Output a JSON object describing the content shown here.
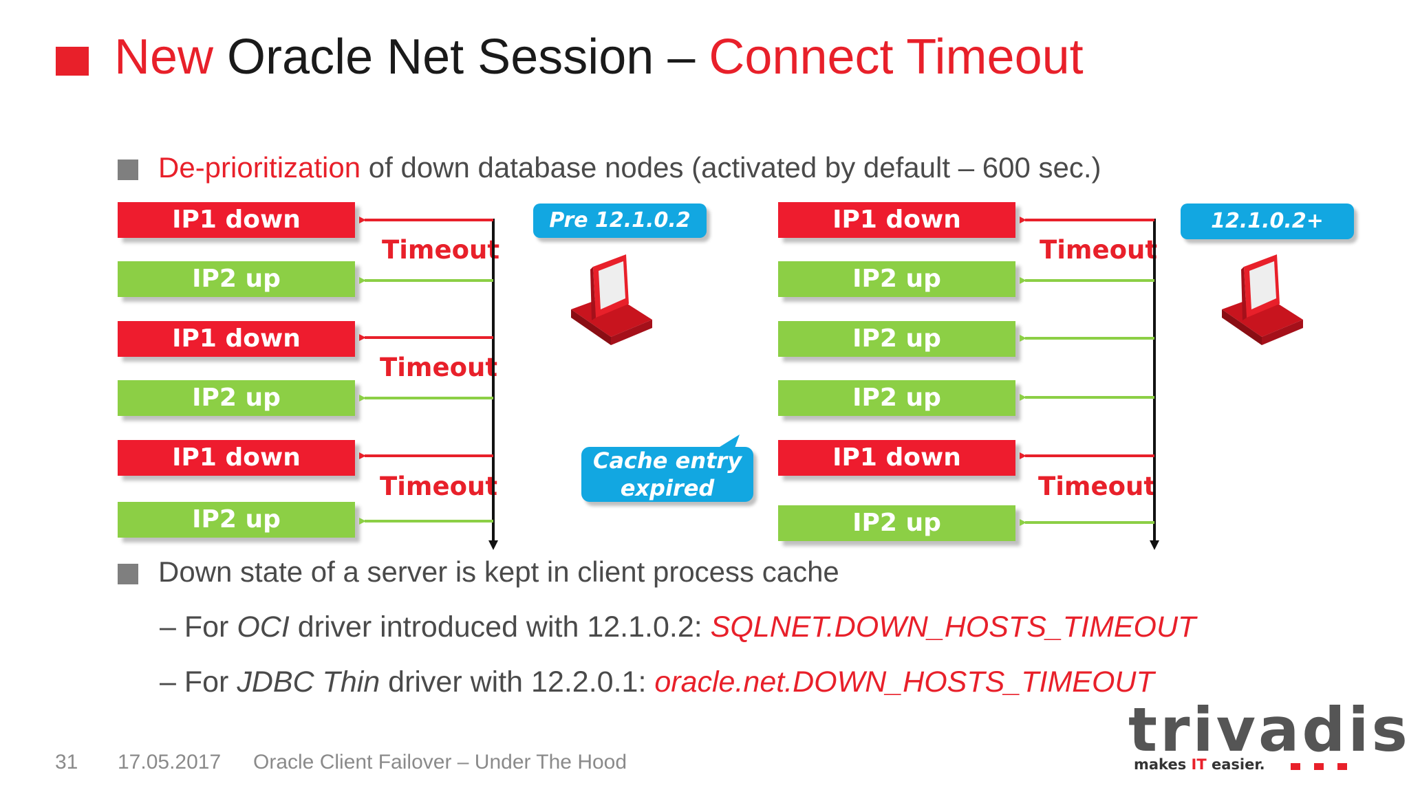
{
  "title": {
    "part1": "New",
    "part2": " Oracle Net Session – ",
    "part3": "Connect Timeout"
  },
  "bullet1": {
    "highlight": "De-prioritization",
    "rest": " of down database nodes (activated by default – 600 sec.)"
  },
  "left_diagram": {
    "badge": "Pre 12.1.0.2",
    "boxes": [
      {
        "label": "IP1 down",
        "status": "down"
      },
      {
        "label": "IP2 up",
        "status": "up"
      },
      {
        "label": "IP1 down",
        "status": "down"
      },
      {
        "label": "IP2 up",
        "status": "up"
      },
      {
        "label": "IP1 down",
        "status": "down"
      },
      {
        "label": "IP2 up",
        "status": "up"
      }
    ],
    "timeouts": [
      "Timeout",
      "Timeout",
      "Timeout"
    ]
  },
  "right_diagram": {
    "badge": "12.1.0.2+",
    "boxes": [
      {
        "label": "IP1 down",
        "status": "down"
      },
      {
        "label": "IP2 up",
        "status": "up"
      },
      {
        "label": "IP2 up",
        "status": "up"
      },
      {
        "label": "IP2 up",
        "status": "up"
      },
      {
        "label": "IP1 down",
        "status": "down"
      },
      {
        "label": "IP2 up",
        "status": "up"
      }
    ],
    "timeouts": [
      "Timeout",
      "Timeout"
    ]
  },
  "callout": {
    "line1": "Cache entry",
    "line2": "expired"
  },
  "bullet2": "Down state of a server is kept in client process cache",
  "sub1": {
    "prefix": "– For ",
    "italic": "OCI",
    "middle": " driver introduced with 12.1.0.2: ",
    "param": "SQLNET.DOWN_HOSTS_TIMEOUT"
  },
  "sub2": {
    "prefix": "– For ",
    "italic": "JDBC Thin",
    "middle": " driver with 12.2.0.1: ",
    "param": "oracle.net.DOWN_HOSTS_TIMEOUT"
  },
  "footer": {
    "page": "31",
    "date": "17.05.2017",
    "title": "Oracle Client Failover – Under The Hood"
  },
  "logo": {
    "name": "trivadis",
    "tag_pre": "makes ",
    "tag_it": "IT",
    "tag_post": " easier."
  },
  "colors": {
    "accent": "#e8202a",
    "down": "#ee1c2e",
    "up": "#8ccf45",
    "badge": "#12a7e1"
  },
  "icons": {
    "client": "computer-icon"
  }
}
